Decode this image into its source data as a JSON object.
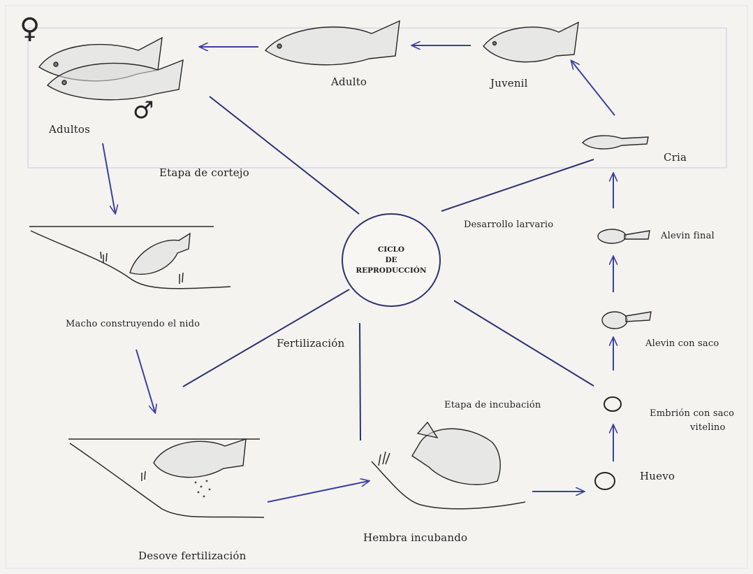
{
  "center": {
    "line1": "CICLO",
    "line2": "DE",
    "line3": "REPRODUCCIÓN"
  },
  "labels": {
    "adultos": "Adultos",
    "adulto": "Adulto",
    "juvenil": "Juvenil",
    "cria": "Cria",
    "etapa_cortejo": "Etapa de cortejo",
    "desarrollo_larvario": "Desarrollo larvario",
    "alevin_final": "Alevin final",
    "macho_nido": "Macho construyendo el  nido",
    "fertilizacion": "Fertilización",
    "alevin_con_saco": "Alevin con saco",
    "etapa_incubacion": "Etapa de incubación",
    "embrion_line1": "Embrión con saco",
    "embrion_line2": "vitelino",
    "huevo": "Huevo",
    "hembra_incubando": "Hembra incubando",
    "desove": "Desove  fertilización"
  },
  "symbols": {
    "female": "♀",
    "male": "♂"
  },
  "colors": {
    "arrow": "#3a3fa0",
    "line": "#2e3070",
    "ink": "#222222",
    "background": "#f4f3f0"
  }
}
